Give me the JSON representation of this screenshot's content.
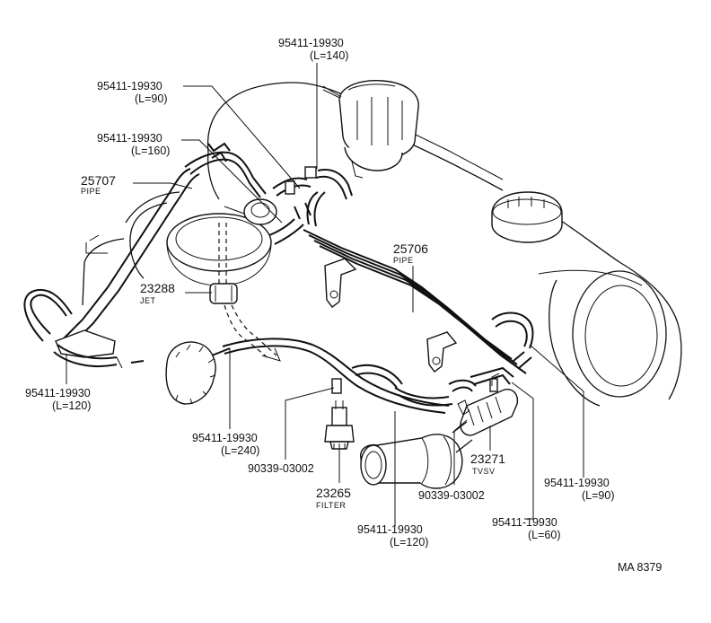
{
  "labels": {
    "hose_140": {
      "part": "95411-19930",
      "len": "(L=140)"
    },
    "hose_90_top": {
      "part": "95411-19930",
      "len": "(L=90)"
    },
    "hose_160": {
      "part": "95411-19930",
      "len": "(L=160)"
    },
    "pipe_25707": {
      "part": "25707",
      "name": "PIPE"
    },
    "pipe_25706": {
      "part": "25706",
      "name": "PIPE"
    },
    "jet_23288": {
      "part": "23288",
      "name": "JET"
    },
    "hose_120_left": {
      "part": "95411-19930",
      "len": "(L=120)"
    },
    "hose_240": {
      "part": "95411-19930",
      "len": "(L=240)"
    },
    "gasket_left": {
      "part": "90339-03002"
    },
    "filter_23265": {
      "part": "23265",
      "name": "FILTER"
    },
    "tvsv_23271": {
      "part": "23271",
      "name": "TVSV"
    },
    "gasket_right": {
      "part": "90339-03002"
    },
    "hose_120_bottom": {
      "part": "95411-19930",
      "len": "(L=120)"
    },
    "hose_60": {
      "part": "95411-19930",
      "len": "(L=60)"
    },
    "hose_90_right": {
      "part": "95411-19930",
      "len": "(L=90)"
    }
  },
  "diagram_code": "MA 8379"
}
